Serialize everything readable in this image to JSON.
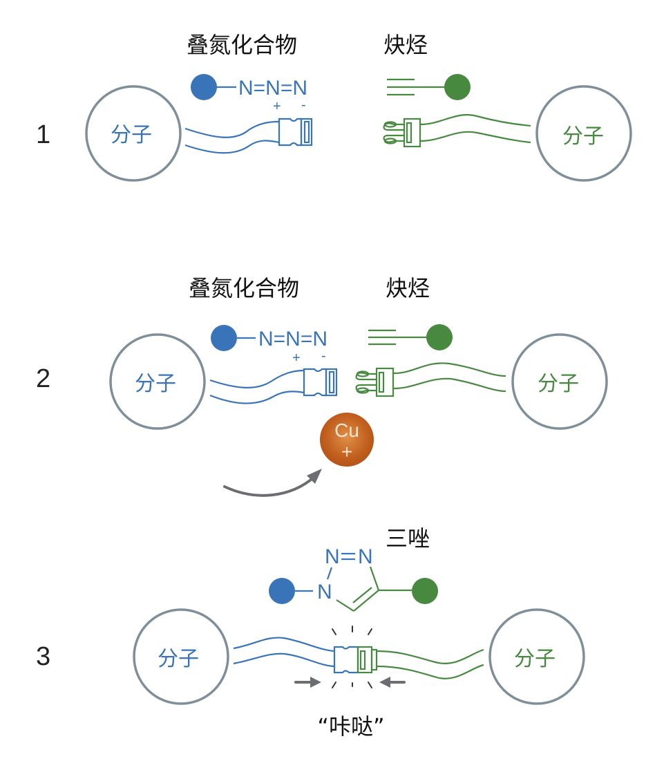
{
  "colors": {
    "azide_blue": "#3a74b8",
    "alkyne_green": "#46893f",
    "molecule_outline": "#7f8f9a",
    "copper": "#c2601f",
    "arrow_gray": "#6b6d70"
  },
  "steps": [
    {
      "number": "1",
      "left_label": "叠氮化合物",
      "right_label": "炔烃",
      "left_molecule": "分子",
      "right_molecule": "分子",
      "azide_formula": "N=N=N",
      "azide_charge_plus": "+",
      "azide_charge_minus": "-"
    },
    {
      "number": "2",
      "left_label": "叠氮化合物",
      "right_label": "炔烃",
      "left_molecule": "分子",
      "right_molecule": "分子",
      "azide_formula": "N=N=N",
      "azide_charge_plus": "+",
      "azide_charge_minus": "-",
      "catalyst_symbol": "Cu",
      "catalyst_charge": "+"
    },
    {
      "number": "3",
      "product_label": "三唑",
      "left_molecule": "分子",
      "right_molecule": "分子",
      "triazole_atoms": [
        "N",
        "N",
        "N"
      ],
      "sound_label": "“咔哒”"
    }
  ]
}
